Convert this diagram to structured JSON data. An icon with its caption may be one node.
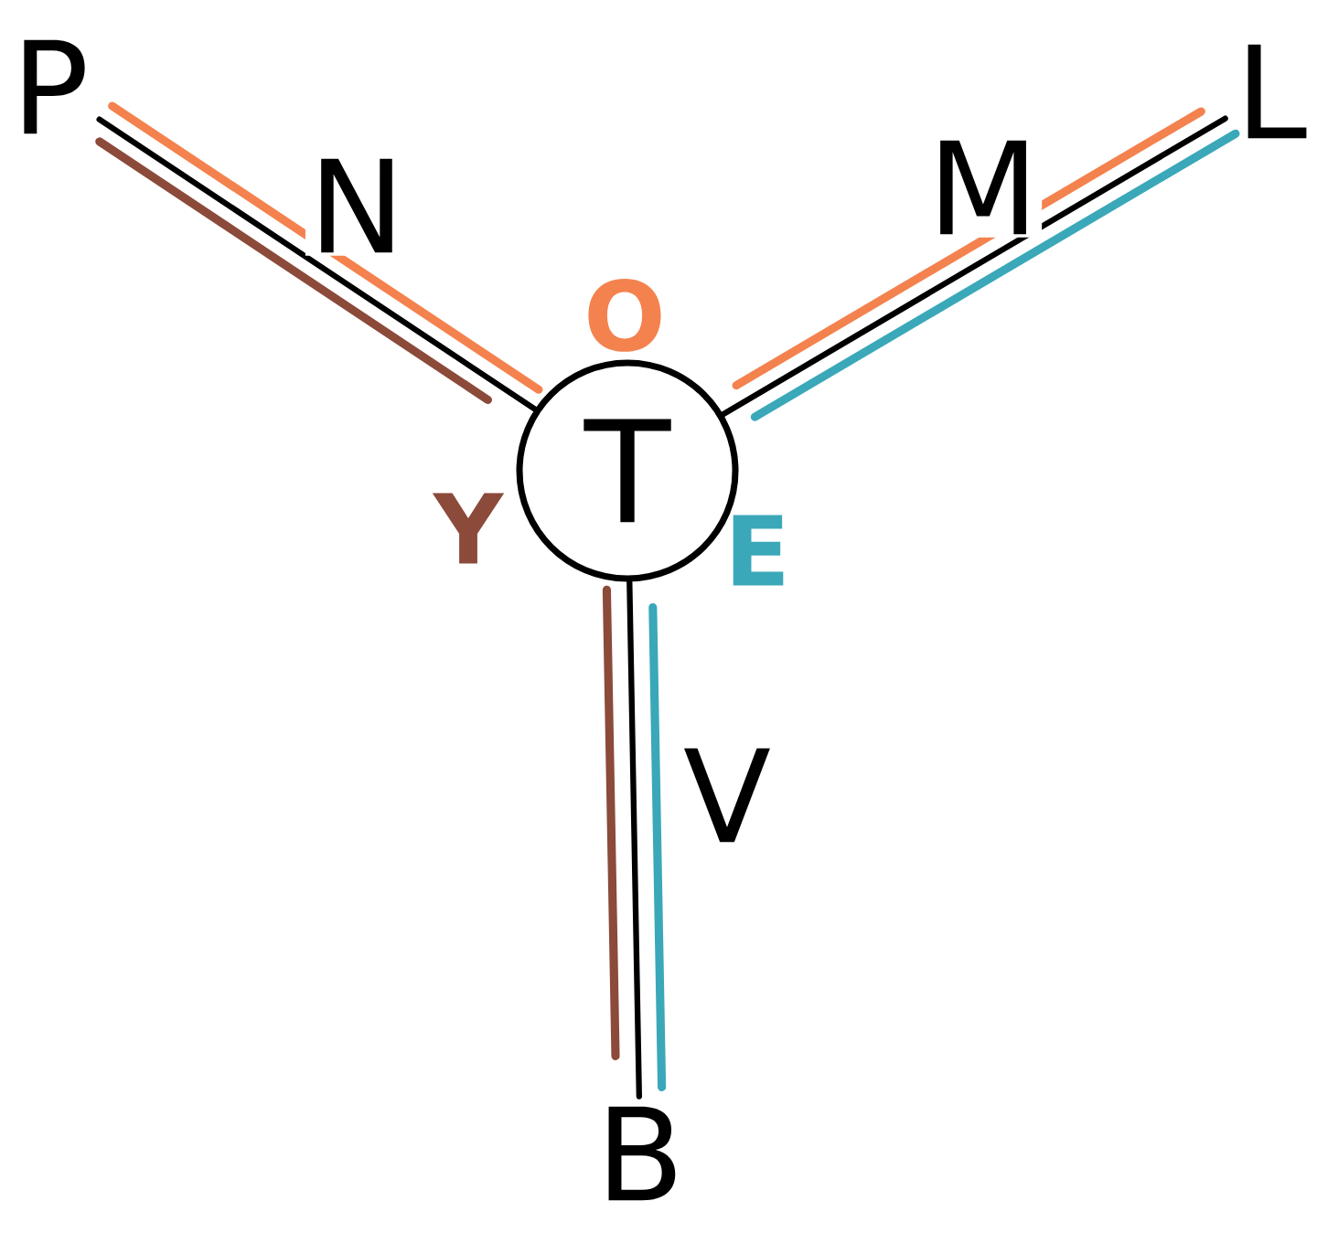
{
  "diagram": {
    "nodes": [
      {
        "text": [
          "P"
        ]
      },
      {
        "text": [
          "L"
        ]
      },
      {
        "text": [
          "T"
        ]
      },
      {
        "text": [
          "B"
        ]
      }
    ],
    "edges": [
      {
        "from": 2,
        "to": 0,
        "arrow": "none",
        "label": "N"
      },
      {
        "from": 2,
        "to": 1,
        "arrow": "none",
        "label": "M"
      },
      {
        "from": 2,
        "to": 3,
        "arrow": "none",
        "label": "V"
      }
    ],
    "labels": [
      "O",
      "Y",
      "E"
    ]
  }
}
